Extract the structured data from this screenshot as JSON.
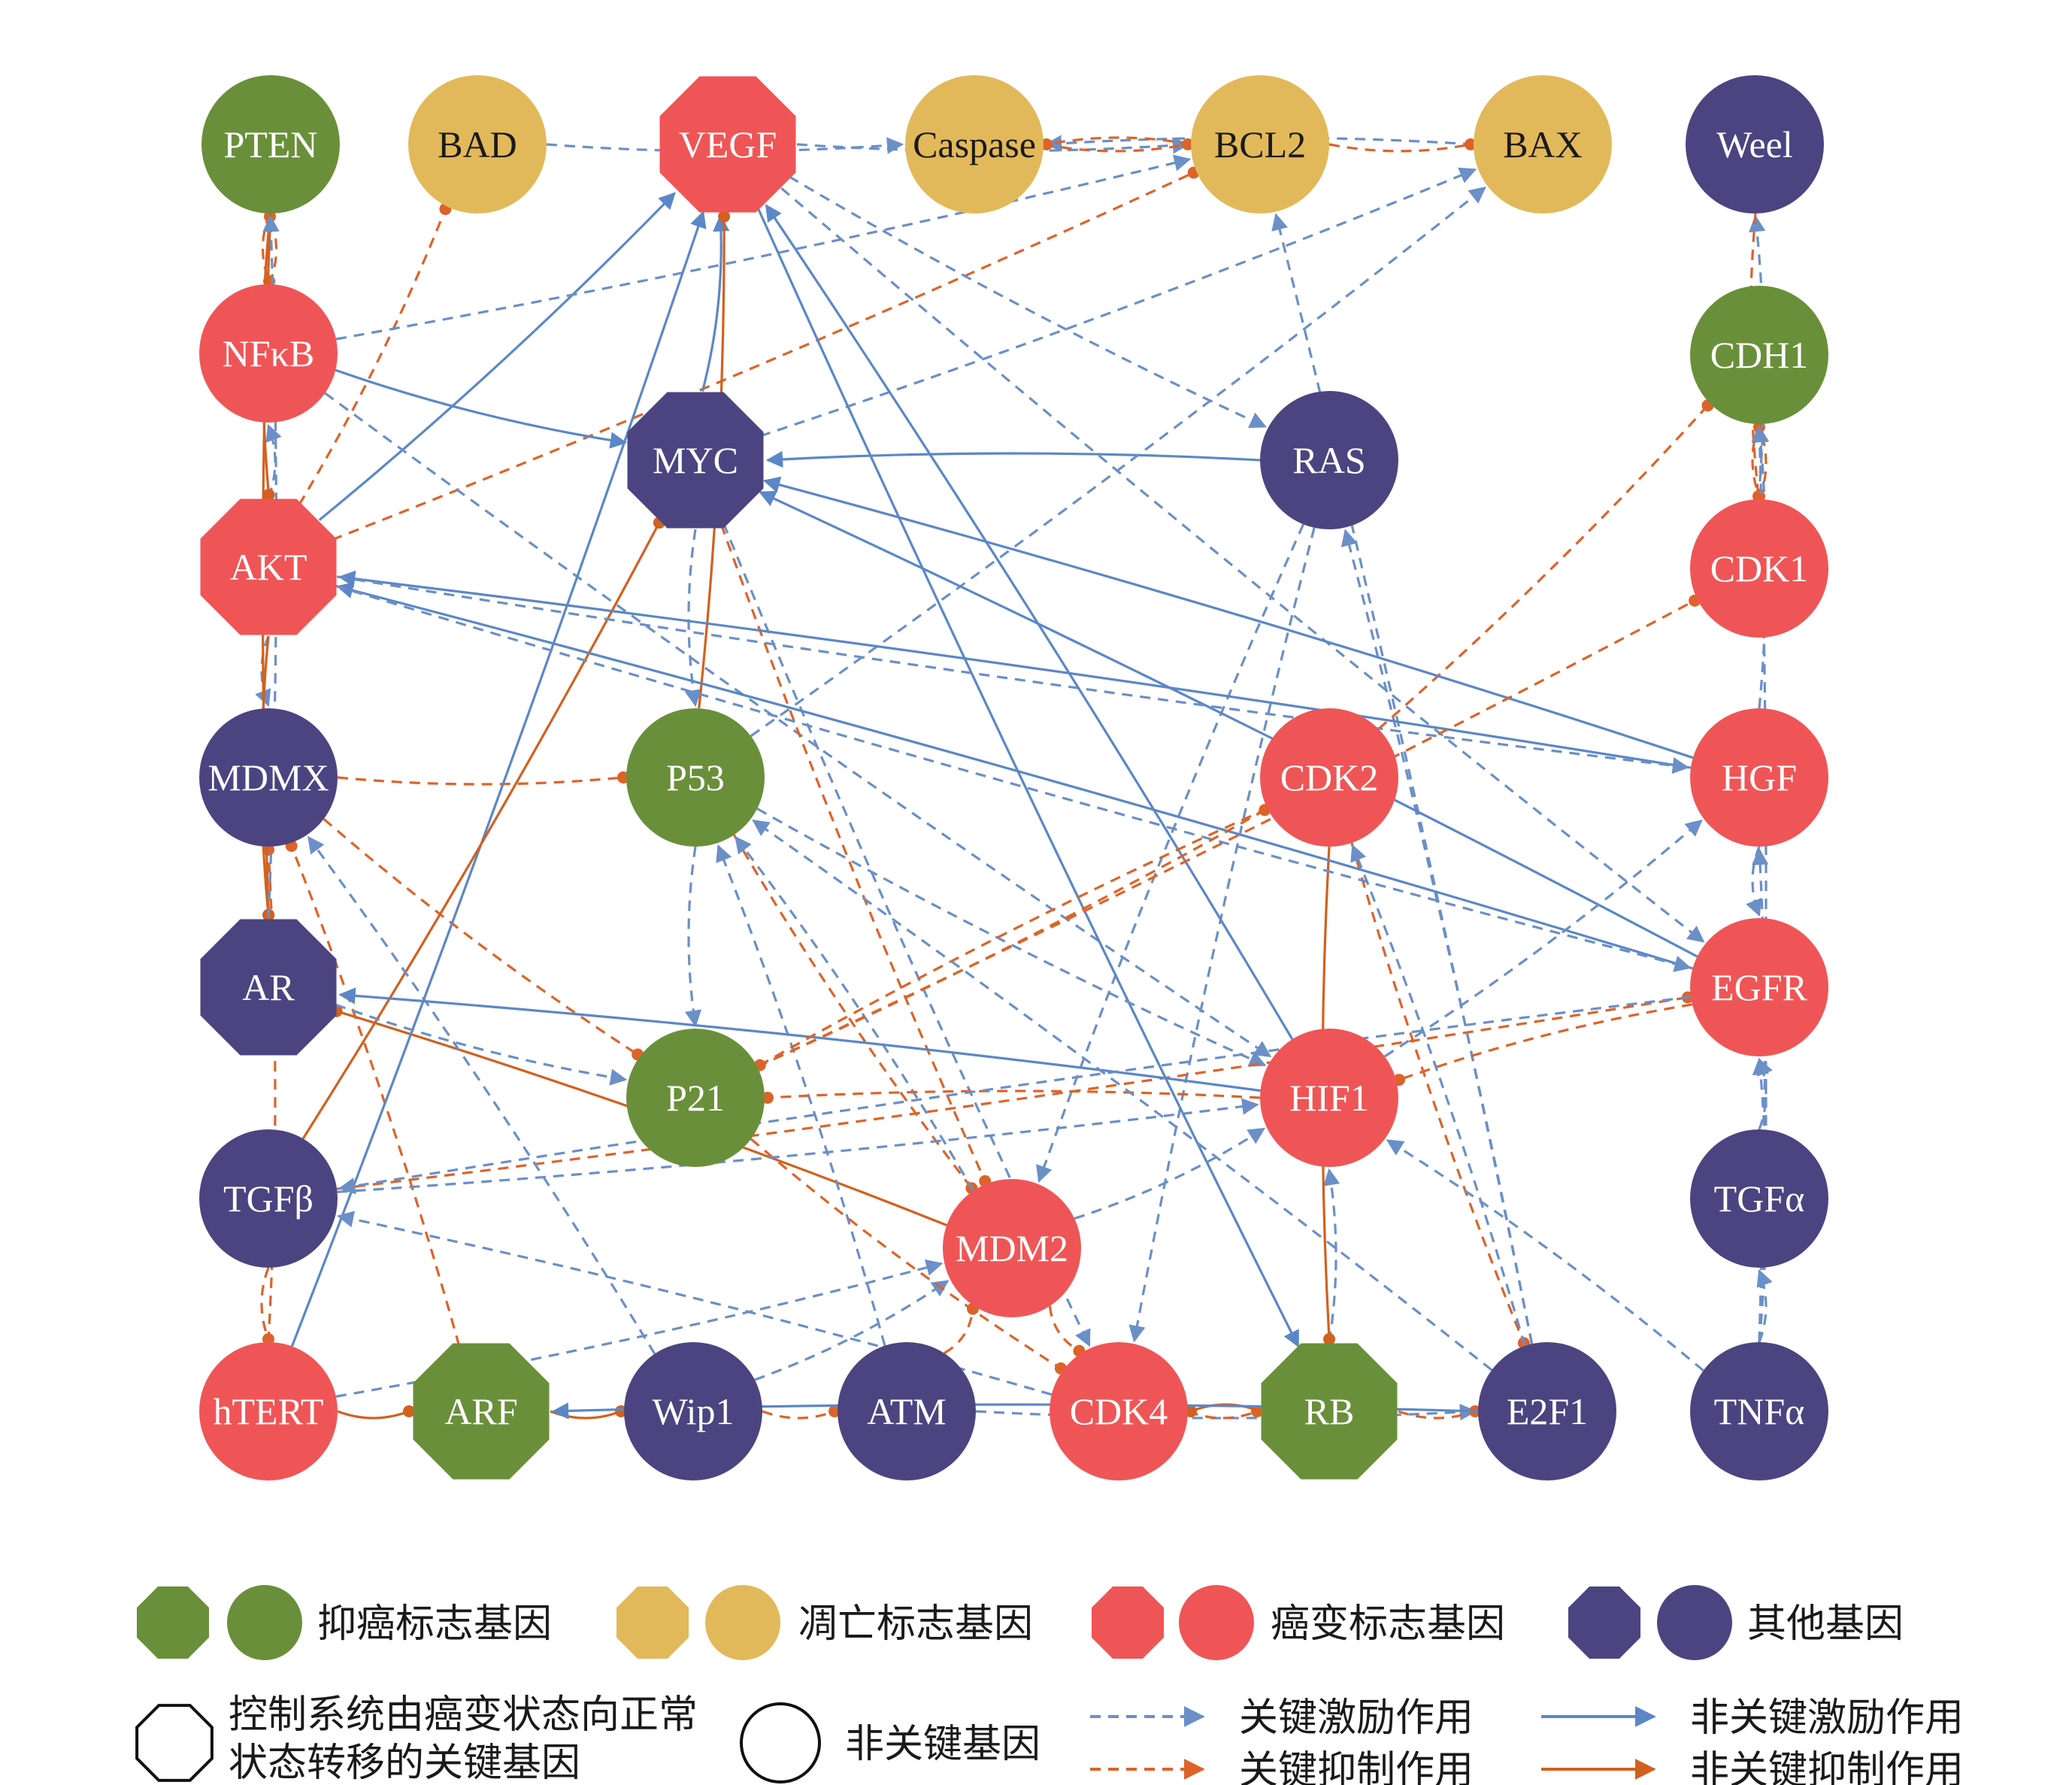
{
  "colors": {
    "tumor_suppressor": "#6a8f3a",
    "apoptosis": "#e2b95a",
    "oncogenic": "#ef5556",
    "other": "#4b4480",
    "key_activation": "#6b8fc7",
    "key_inhibition": "#dd6329",
    "nonkey_activation": "#5b87c8",
    "nonkey_inhibition": "#d2601f",
    "label_dark": "#1a1a1a",
    "label_light": "#ffffff"
  },
  "nodes": [
    {
      "id": "PTEN",
      "label": "PTEN",
      "category": "tumor_suppressor",
      "key": false
    },
    {
      "id": "BAD",
      "label": "BAD",
      "category": "apoptosis",
      "key": false
    },
    {
      "id": "VEGF",
      "label": "VEGF",
      "category": "oncogenic",
      "key": true
    },
    {
      "id": "Caspase",
      "label": "Caspase",
      "category": "apoptosis",
      "key": false
    },
    {
      "id": "BCL2",
      "label": "BCL2",
      "category": "apoptosis",
      "key": false
    },
    {
      "id": "BAX",
      "label": "BAX",
      "category": "apoptosis",
      "key": false
    },
    {
      "id": "Weel",
      "label": "Weel",
      "category": "other",
      "key": false
    },
    {
      "id": "NFkB",
      "label": "NFκB",
      "category": "oncogenic",
      "key": false
    },
    {
      "id": "CDH1",
      "label": "CDH1",
      "category": "tumor_suppressor",
      "key": false
    },
    {
      "id": "MYC",
      "label": "MYC",
      "category": "other",
      "key": true
    },
    {
      "id": "RAS",
      "label": "RAS",
      "category": "other",
      "key": false
    },
    {
      "id": "AKT",
      "label": "AKT",
      "category": "oncogenic",
      "key": true
    },
    {
      "id": "CDK1",
      "label": "CDK1",
      "category": "oncogenic",
      "key": false
    },
    {
      "id": "MDMX",
      "label": "MDMX",
      "category": "other",
      "key": false
    },
    {
      "id": "P53",
      "label": "P53",
      "category": "tumor_suppressor",
      "key": false
    },
    {
      "id": "CDK2",
      "label": "CDK2",
      "category": "oncogenic",
      "key": false
    },
    {
      "id": "HGF",
      "label": "HGF",
      "category": "oncogenic",
      "key": false
    },
    {
      "id": "AR",
      "label": "AR",
      "category": "other",
      "key": true
    },
    {
      "id": "EGFR",
      "label": "EGFR",
      "category": "oncogenic",
      "key": false
    },
    {
      "id": "P21",
      "label": "P21",
      "category": "tumor_suppressor",
      "key": false
    },
    {
      "id": "HIF1",
      "label": "HIF1",
      "category": "oncogenic",
      "key": false
    },
    {
      "id": "TGFb",
      "label": "TGFβ",
      "category": "other",
      "key": false
    },
    {
      "id": "MDM2",
      "label": "MDM2",
      "category": "oncogenic",
      "key": false
    },
    {
      "id": "TGFa",
      "label": "TGFα",
      "category": "other",
      "key": false
    },
    {
      "id": "hTERT",
      "label": "hTERT",
      "category": "oncogenic",
      "key": false
    },
    {
      "id": "ARF",
      "label": "ARF",
      "category": "tumor_suppressor",
      "key": true
    },
    {
      "id": "Wip1",
      "label": "Wip1",
      "category": "other",
      "key": false
    },
    {
      "id": "ATM",
      "label": "ATM",
      "category": "other",
      "key": false
    },
    {
      "id": "CDK4",
      "label": "CDK4",
      "category": "oncogenic",
      "key": false
    },
    {
      "id": "RB",
      "label": "RB",
      "category": "tumor_suppressor",
      "key": true
    },
    {
      "id": "E2F1",
      "label": "E2F1",
      "category": "other",
      "key": false
    },
    {
      "id": "TNFa",
      "label": "TNFα",
      "category": "other",
      "key": false
    }
  ],
  "edges": [
    {
      "from": "BAD",
      "to": "Caspase",
      "type": "key_activation"
    },
    {
      "from": "BAX",
      "to": "Caspase",
      "type": "key_activation"
    },
    {
      "from": "VEGF",
      "to": "BCL2",
      "type": "key_activation"
    },
    {
      "from": "Caspase",
      "to": "BCL2",
      "type": "key_inhibition"
    },
    {
      "from": "BCL2",
      "to": "Caspase",
      "type": "key_inhibition"
    },
    {
      "from": "BCL2",
      "to": "BAX",
      "type": "key_inhibition"
    },
    {
      "from": "PTEN",
      "to": "NFkB",
      "type": "key_inhibition"
    },
    {
      "from": "NFkB",
      "to": "PTEN",
      "type": "key_inhibition"
    },
    {
      "from": "AKT",
      "to": "BAD",
      "type": "key_inhibition"
    },
    {
      "from": "AKT",
      "to": "NFkB",
      "type": "key_activation"
    },
    {
      "from": "AKT",
      "to": "MDMX",
      "type": "key_activation"
    },
    {
      "from": "AKT",
      "to": "VEGF",
      "type": "nonkey_activation"
    },
    {
      "from": "AKT",
      "to": "BCL2",
      "type": "key_inhibition"
    },
    {
      "from": "NFkB",
      "to": "BCL2",
      "type": "key_activation"
    },
    {
      "from": "NFkB",
      "to": "MYC",
      "type": "nonkey_activation"
    },
    {
      "from": "NFkB",
      "to": "HIF1",
      "type": "key_activation"
    },
    {
      "from": "MYC",
      "to": "VEGF",
      "type": "nonkey_activation"
    },
    {
      "from": "MYC",
      "to": "BAX",
      "type": "key_activation"
    },
    {
      "from": "MYC",
      "to": "P53",
      "type": "key_activation"
    },
    {
      "from": "MYC",
      "to": "CDK4",
      "type": "key_activation"
    },
    {
      "from": "MYC",
      "to": "MDM2",
      "type": "key_inhibition"
    },
    {
      "from": "RAS",
      "to": "MYC",
      "type": "nonkey_activation"
    },
    {
      "from": "RAS",
      "to": "CDK4",
      "type": "key_activation"
    },
    {
      "from": "RAS",
      "to": "MDM2",
      "type": "key_activation"
    },
    {
      "from": "VEGF",
      "to": "RAS",
      "type": "key_activation"
    },
    {
      "from": "VEGF",
      "to": "EGFR",
      "type": "key_activation"
    },
    {
      "from": "VEGF",
      "to": "RB",
      "type": "nonkey_activation"
    },
    {
      "from": "P53",
      "to": "VEGF",
      "type": "nonkey_inhibition"
    },
    {
      "from": "P53",
      "to": "P21",
      "type": "key_activation"
    },
    {
      "from": "P53",
      "to": "MDM2",
      "type": "key_inhibition"
    },
    {
      "from": "P53",
      "to": "BAX",
      "type": "key_activation"
    },
    {
      "from": "P53",
      "to": "HIF1",
      "type": "key_activation"
    },
    {
      "from": "MDMX",
      "to": "P53",
      "type": "key_inhibition"
    },
    {
      "from": "MDMX",
      "to": "P21",
      "type": "key_inhibition"
    },
    {
      "from": "MDM2",
      "to": "P53",
      "type": "key_activation"
    },
    {
      "from": "MDM2",
      "to": "AR",
      "type": "nonkey_inhibition"
    },
    {
      "from": "MDM2",
      "to": "CDK4",
      "type": "key_inhibition"
    },
    {
      "from": "MDM2",
      "to": "HIF1",
      "type": "key_activation"
    },
    {
      "from": "ARF",
      "to": "MDMX",
      "type": "key_inhibition"
    },
    {
      "from": "ARF",
      "to": "Wip1",
      "type": "nonkey_inhibition"
    },
    {
      "from": "hTERT",
      "to": "ARF",
      "type": "nonkey_inhibition"
    },
    {
      "from": "hTERT",
      "to": "MDMX",
      "type": "key_inhibition"
    },
    {
      "from": "hTERT",
      "to": "VEGF",
      "type": "nonkey_activation"
    },
    {
      "from": "hTERT",
      "to": "MDM2",
      "type": "key_activation"
    },
    {
      "from": "TGFb",
      "to": "hTERT",
      "type": "key_inhibition"
    },
    {
      "from": "TGFb",
      "to": "MYC",
      "type": "nonkey_inhibition"
    },
    {
      "from": "TGFb",
      "to": "EGFR",
      "type": "key_inhibition"
    },
    {
      "from": "Wip1",
      "to": "ATM",
      "type": "key_inhibition"
    },
    {
      "from": "Wip1",
      "to": "MDM2",
      "type": "key_activation"
    },
    {
      "from": "Wip1",
      "to": "MDMX",
      "type": "key_activation"
    },
    {
      "from": "ATM",
      "to": "MDM2",
      "type": "key_inhibition"
    },
    {
      "from": "ATM",
      "to": "P53",
      "type": "key_activation"
    },
    {
      "from": "ATM",
      "to": "E2F1",
      "type": "key_activation"
    },
    {
      "from": "CDK4",
      "to": "RB",
      "type": "key_inhibition"
    },
    {
      "from": "RB",
      "to": "CDK4",
      "type": "nonkey_inhibition"
    },
    {
      "from": "RB",
      "to": "E2F1",
      "type": "key_inhibition"
    },
    {
      "from": "RB",
      "to": "HIF1",
      "type": "key_activation"
    },
    {
      "from": "CDK2",
      "to": "RB",
      "type": "nonkey_inhibition"
    },
    {
      "from": "CDK2",
      "to": "E2F1",
      "type": "key_inhibition"
    },
    {
      "from": "CDK2",
      "to": "CDH1",
      "type": "key_inhibition"
    },
    {
      "from": "E2F1",
      "to": "ARF",
      "type": "nonkey_activation"
    },
    {
      "from": "E2F1",
      "to": "RAS",
      "type": "key_activation"
    },
    {
      "from": "E2F1",
      "to": "CDK2",
      "type": "key_activation"
    },
    {
      "from": "E2F1",
      "to": "BCL2",
      "type": "key_activation"
    },
    {
      "from": "HGF",
      "to": "MYC",
      "type": "nonkey_activation"
    },
    {
      "from": "HGF",
      "to": "AKT",
      "type": "nonkey_activation"
    },
    {
      "from": "HGF",
      "to": "EGFR",
      "type": "key_activation"
    },
    {
      "from": "HGF",
      "to": "CDH1",
      "type": "key_activation"
    },
    {
      "from": "EGFR",
      "to": "AKT",
      "type": "nonkey_activation"
    },
    {
      "from": "EGFR",
      "to": "MYC",
      "type": "nonkey_activation"
    },
    {
      "from": "EGFR",
      "to": "HIF1",
      "type": "key_inhibition"
    },
    {
      "from": "AKT",
      "to": "HGF",
      "type": "key_activation"
    },
    {
      "from": "AKT",
      "to": "EGFR",
      "type": "key_activation"
    },
    {
      "from": "AKT",
      "to": "AR",
      "type": "nonkey_inhibition"
    },
    {
      "from": "PTEN",
      "to": "AKT",
      "type": "nonkey_inhibition"
    },
    {
      "from": "PTEN",
      "to": "AR",
      "type": "nonkey_inhibition"
    },
    {
      "from": "AR",
      "to": "P21",
      "type": "key_activation"
    },
    {
      "from": "AR",
      "to": "PTEN",
      "type": "key_activation"
    },
    {
      "from": "HIF1",
      "to": "VEGF",
      "type": "nonkey_activation"
    },
    {
      "from": "HIF1",
      "to": "HGF",
      "type": "key_activation"
    },
    {
      "from": "HIF1",
      "to": "P21",
      "type": "key_inhibition"
    },
    {
      "from": "HIF1",
      "to": "AR",
      "type": "nonkey_activation"
    },
    {
      "from": "P21",
      "to": "CDK2",
      "type": "key_inhibition"
    },
    {
      "from": "P21",
      "to": "CDK1",
      "type": "key_inhibition"
    },
    {
      "from": "P21",
      "to": "CDK4",
      "type": "key_inhibition"
    },
    {
      "from": "CDK1",
      "to": "CDH1",
      "type": "key_inhibition"
    },
    {
      "from": "CDH1",
      "to": "CDK1",
      "type": "key_inhibition"
    },
    {
      "from": "CDK1",
      "to": "Weel",
      "type": "key_activation"
    },
    {
      "from": "Weel",
      "to": "CDK1",
      "type": "key_inhibition"
    },
    {
      "from": "TNFa",
      "to": "TGFa",
      "type": "key_activation"
    },
    {
      "from": "TNFa",
      "to": "CDH1",
      "type": "key_activation"
    },
    {
      "from": "TNFa",
      "to": "HGF",
      "type": "key_activation"
    },
    {
      "from": "TNFa",
      "to": "HIF1",
      "type": "key_activation"
    },
    {
      "from": "TNFa",
      "to": "EGFR",
      "type": "key_activation"
    },
    {
      "from": "TGFa",
      "to": "EGFR",
      "type": "key_activation"
    },
    {
      "from": "CDK4",
      "to": "TGFb",
      "type": "key_activation"
    },
    {
      "from": "TGFb",
      "to": "HIF1",
      "type": "key_activation"
    },
    {
      "from": "CDK2",
      "to": "P21",
      "type": "key_inhibition"
    },
    {
      "from": "E2F1",
      "to": "P53",
      "type": "key_activation"
    },
    {
      "from": "EGFR",
      "to": "TGFb",
      "type": "key_activation"
    }
  ],
  "legend": {
    "tumor_suppressor": "抑癌标志基因",
    "apoptosis": "凋亡标志基因",
    "oncogenic": "癌变标志基因",
    "other": "其他基因",
    "key_gene_line1": "控制系统由癌变状态向正常",
    "key_gene_line2": "状态转移的关键基因",
    "nonkey_gene": "非关键基因",
    "key_activation": "关键激励作用",
    "key_inhibition": "关键抑制作用",
    "nonkey_activation": "非关键激励作用",
    "nonkey_inhibition": "非关键抑制作用"
  }
}
